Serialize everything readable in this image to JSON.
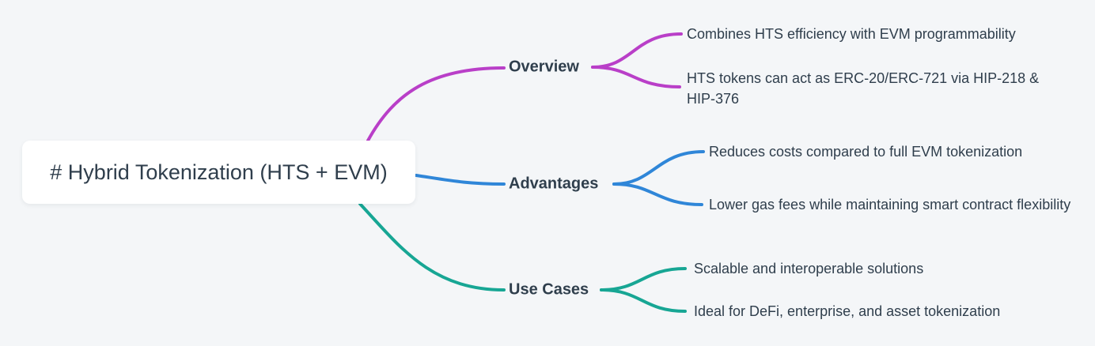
{
  "canvas": {
    "background_color": "#f4f6f8",
    "text_color": "#2f3e4c"
  },
  "root": {
    "label": "# Hybrid Tokenization (HTS + EVM)",
    "background_color": "#ffffff"
  },
  "branches": [
    {
      "id": "overview",
      "label": "Overview",
      "color": "#b93fc8",
      "children": [
        "Combines HTS efficiency with EVM programmability",
        "HTS tokens can act as ERC-20/ERC-721 via HIP-218 & HIP-376"
      ]
    },
    {
      "id": "advantages",
      "label": "Advantages",
      "color": "#2f86d8",
      "children": [
        "Reduces costs compared to full EVM tokenization",
        "Lower gas fees while maintaining smart contract flexibility"
      ]
    },
    {
      "id": "use-cases",
      "label": "Use Cases",
      "color": "#17a694",
      "children": [
        "Scalable and interoperable solutions",
        "Ideal for DeFi, enterprise, and asset tokenization"
      ]
    }
  ]
}
